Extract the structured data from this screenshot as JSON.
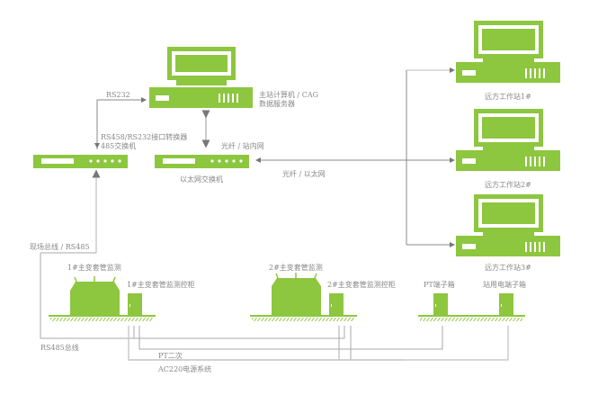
{
  "colors": {
    "device_green": "#8dc63f",
    "line_gray": "#9e9e9e",
    "line_light": "#cfcfcf",
    "label_gray": "#888888"
  },
  "devices": {
    "master_computer": {
      "label_line1": "主站计算机 / CAG",
      "label_line2": "数据服务器"
    },
    "converter": {
      "label_line1": "RS458/RS232接口转换器",
      "label_line2": "485交换机"
    },
    "ethernet_switch": {
      "label": "以太网交换机"
    },
    "remote_workstations": [
      {
        "label": "远方工作站1#"
      },
      {
        "label": "远方工作站2#"
      },
      {
        "label": "远方工作站3#"
      }
    ],
    "bushing_monitor_1": {
      "label": "1#主变套管监测",
      "cabinet_label": "1#主变套管监测控柜"
    },
    "bushing_monitor_2": {
      "label": "2#主变套管监测",
      "cabinet_label": "2#主变套管监测控柜"
    },
    "pt_terminal_box": {
      "label": "PT端子箱"
    },
    "station_power_box": {
      "label": "站用电端子箱"
    }
  },
  "links": {
    "rs232": "RS232",
    "fiber_station_lan": "光纤 / 站内网",
    "fiber_ethernet": "光纤 / 以太网",
    "fieldbus_rs485": "现场总线 / RS485",
    "rs485_bus": "RS485总线",
    "pt_secondary": "PT二次",
    "ac220_power": "AC220电源系统"
  }
}
